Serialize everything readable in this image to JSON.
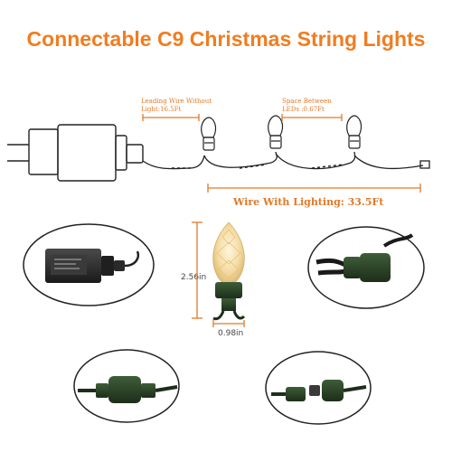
{
  "title": "Connectable C9 Christmas String Lights",
  "labels": {
    "leading_wire_line1": "Leading Wire Without",
    "leading_wire_line2": "Light:16.5Ft",
    "space_line1": "Space Between",
    "space_line2": "LEDs :0.67Ft",
    "wire_with_lighting": "Wire With Lighting: 33.5Ft",
    "height": "2.56in",
    "width": "0.98in"
  },
  "colors": {
    "accent": "#f07d20",
    "wire": "#2b2b2b",
    "bulb": "#f4dba2",
    "base": "#2f4a2a"
  }
}
